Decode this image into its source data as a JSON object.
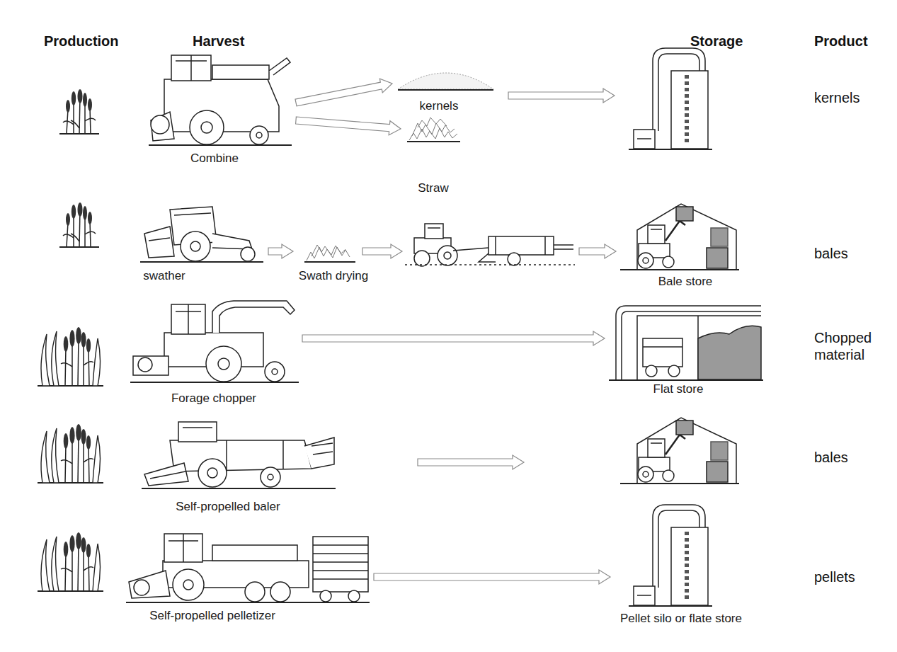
{
  "diagram": {
    "nodes": [
      {
        "text": [
          "Combine"
        ]
      },
      {
        "text": [
          "kernels"
        ]
      },
      {
        "text": [
          "Straw"
        ]
      },
      {
        "text": [
          "swather"
        ]
      },
      {
        "text": [
          "Swath drying"
        ]
      },
      {
        "text": [
          "Bale store"
        ]
      },
      {
        "text": [
          "Forage chopper"
        ]
      },
      {
        "text": [
          "Flat store"
        ]
      },
      {
        "text": [
          "Self-propelled baler"
        ]
      },
      {
        "text": [
          "Self-propelled pelletizer"
        ]
      },
      {
        "text": [
          "Pellet silo or flate store"
        ]
      }
    ],
    "edges": [
      {
        "from": 0,
        "to": 1,
        "arrow": "to"
      },
      {
        "from": 0,
        "to": 2,
        "arrow": "to"
      },
      {
        "from": 3,
        "to": 4,
        "arrow": "to"
      },
      {
        "from": 6,
        "to": 7,
        "arrow": "to"
      },
      {
        "from": 9,
        "to": 10,
        "arrow": "to"
      }
    ],
    "labels": [
      "Production",
      "Harvest",
      "Storage",
      "Product",
      "kernels",
      "bales",
      "Chopped material",
      "bales",
      "pellets"
    ]
  }
}
